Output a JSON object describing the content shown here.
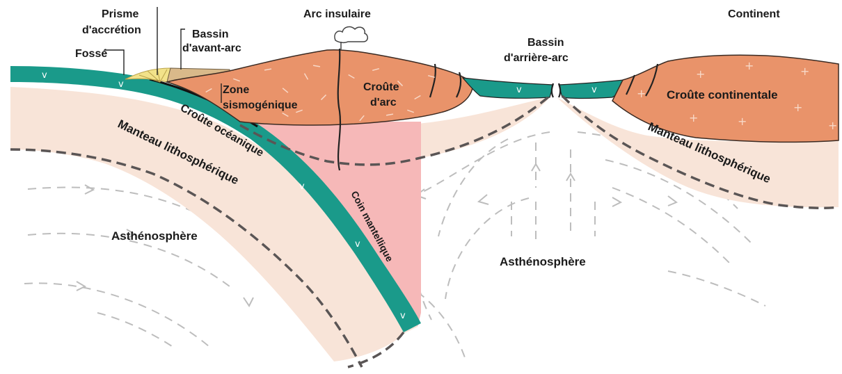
{
  "labels": {
    "prisme": [
      "Prisme",
      "d'accrétion"
    ],
    "fosse": "Fossé",
    "bassin_avant_arc": [
      "Bassin",
      "d'avant-arc"
    ],
    "arc_insulaire": "Arc insulaire",
    "continent": "Continent",
    "bassin_arriere_arc": [
      "Bassin",
      "d'arrière-arc"
    ],
    "zone_sismogenique": [
      "Zone",
      "sismogénique"
    ],
    "croute_arc": [
      "Croûte",
      "d'arc"
    ],
    "croute_oceanique": "Croûte océanique",
    "manteau_litho_left": "Manteau lithosphérique",
    "manteau_litho_right": "Manteau lithosphérique",
    "croute_continentale": "Croûte continentale",
    "coin_mantellique": "Coin mantellique",
    "asthenosphere_left": "Asthénosphère",
    "asthenosphere_right": "Asthénosphère"
  },
  "symbols": {
    "oceanic_crust_mark": "v",
    "continental_crust_mark": "+"
  },
  "colors": {
    "oceanic_crust": "#1a9a8a",
    "lithospheric_mantle": "#f8e4d8",
    "arc_crust": "#e9936a",
    "continental_crust": "#e9936a",
    "mantle_wedge": "#f6b8b8",
    "accretion_prism": "#f2e28a",
    "forearc_basin": "#d9b98a",
    "text": "#1a1a1a"
  }
}
